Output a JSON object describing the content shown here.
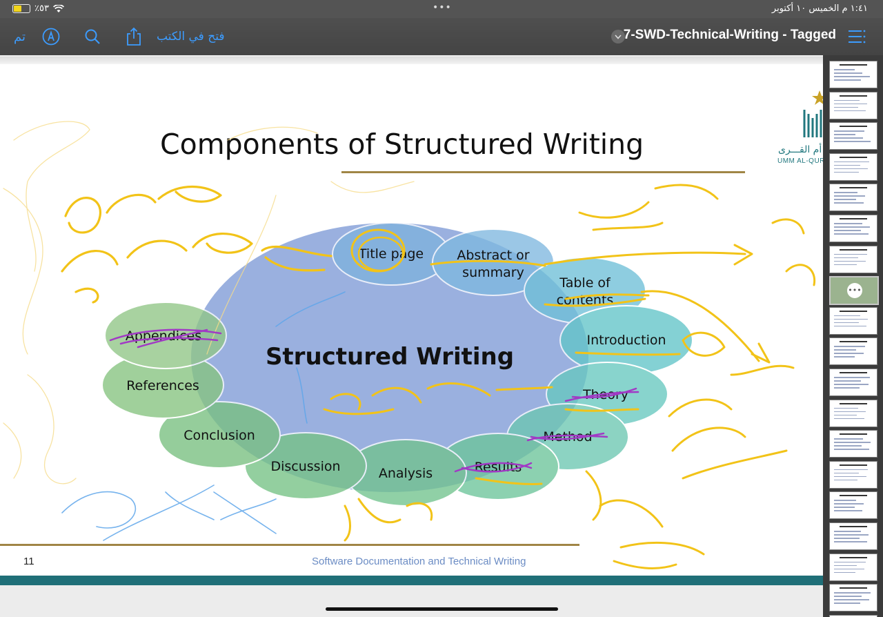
{
  "status_bar": {
    "time_date": "١:٤١ م   الخميس ١٠ أكتوبر",
    "battery": "٪٥٣",
    "menu_dots": "•••"
  },
  "toolbar": {
    "done_label": "تم",
    "open_in_books_label": "فتح في الكتب",
    "document_title": "7-SWD-Technical-Writing - Tagged",
    "icons": [
      "markup-pen-icon",
      "search-icon",
      "share-icon",
      "chevron-down-icon",
      "list-icon"
    ],
    "accent_color": "#3c9cff"
  },
  "slide": {
    "title": "Components of Structured Writing",
    "center_label": "Structured Writing",
    "components": [
      "Title page",
      "Abstract or summary",
      "Table of contents",
      "Introduction",
      "Theory",
      "Method",
      "Results",
      "Analysis",
      "Discussion",
      "Conclusion",
      "References",
      "Appendices"
    ],
    "page_number": "11",
    "footer": "Software Documentation and Technical Writing",
    "logo_arabic": "أم القـــرى",
    "logo_english": "UMM AL-QURA"
  },
  "sidebar": {
    "thumbnail_count": 19,
    "selected_index": 7,
    "more_label": "•••"
  }
}
